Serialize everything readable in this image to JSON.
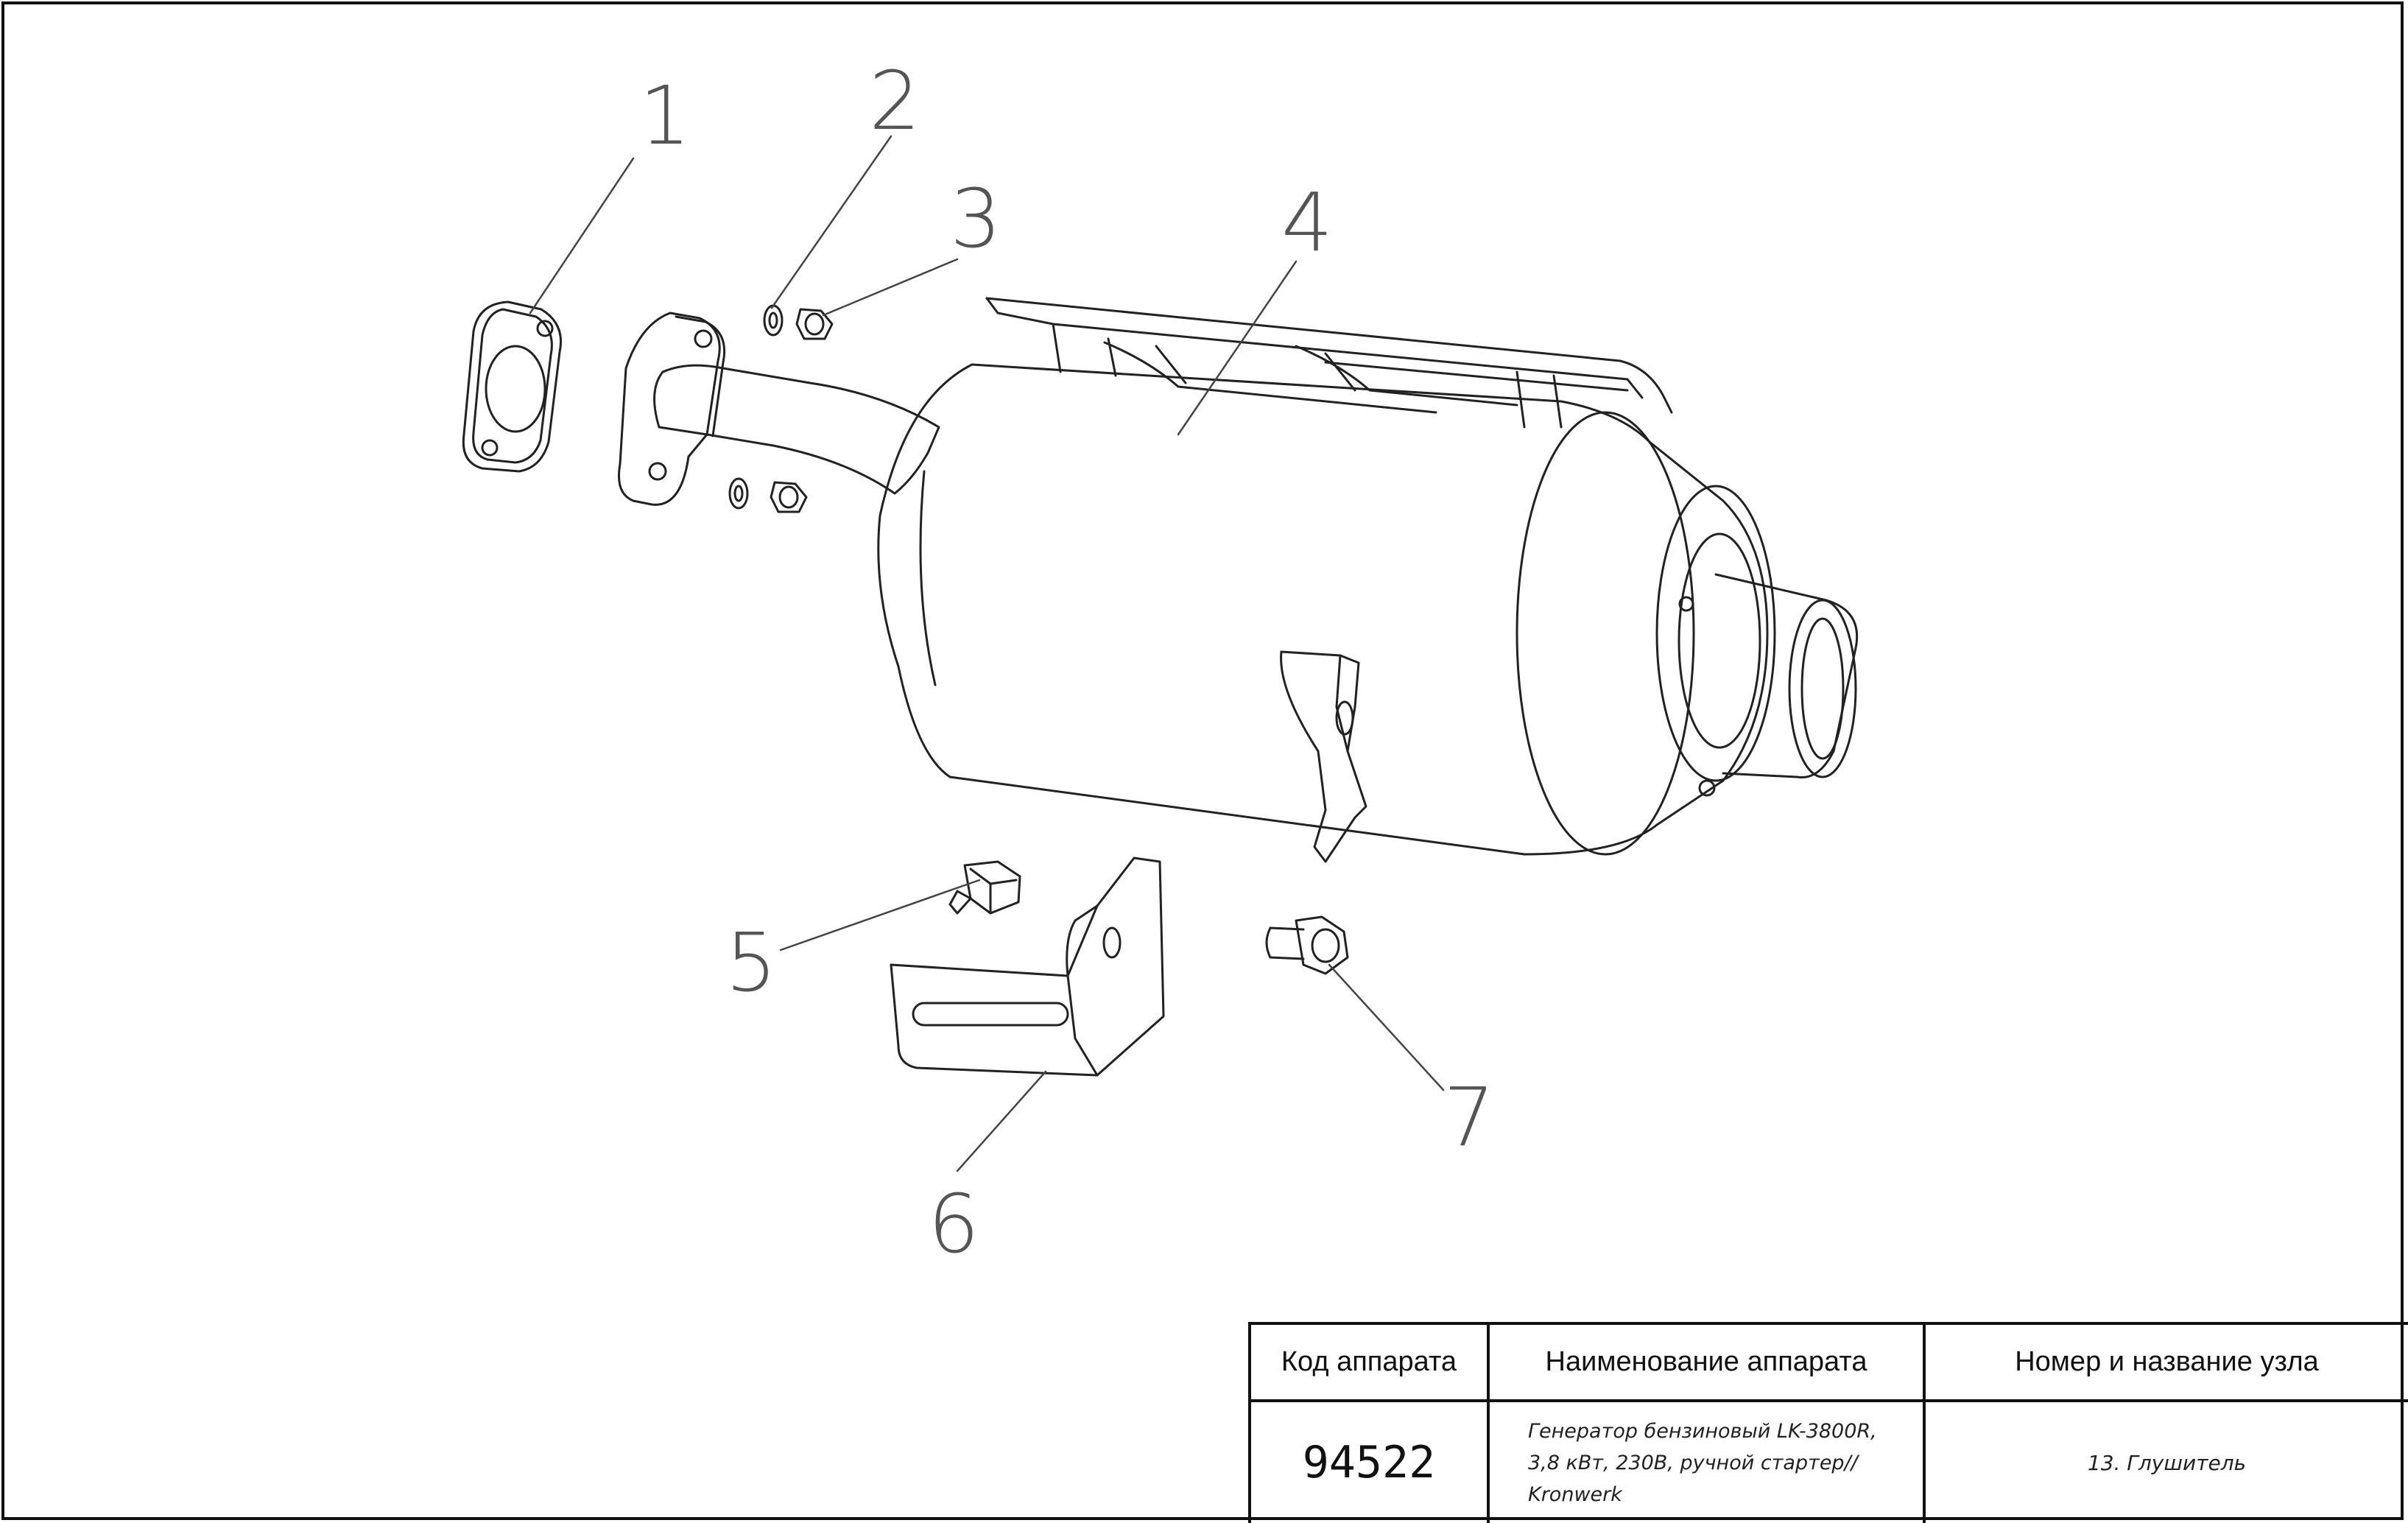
{
  "callouts": {
    "c1": "1",
    "c2": "2",
    "c3": "3",
    "c4": "4",
    "c5": "5",
    "c6": "6",
    "c7": "7"
  },
  "title_block": {
    "headers": {
      "code": "Код аппарата",
      "name": "Наименование аппарата",
      "unit": "Номер и название узла"
    },
    "code": "94522",
    "name_lines": [
      "Генератор бензиновый LK-3800R,",
      "3,8 кВт, 230В, ручной стартер//",
      "Kronwerk"
    ],
    "unit": "13. Глушитель"
  }
}
